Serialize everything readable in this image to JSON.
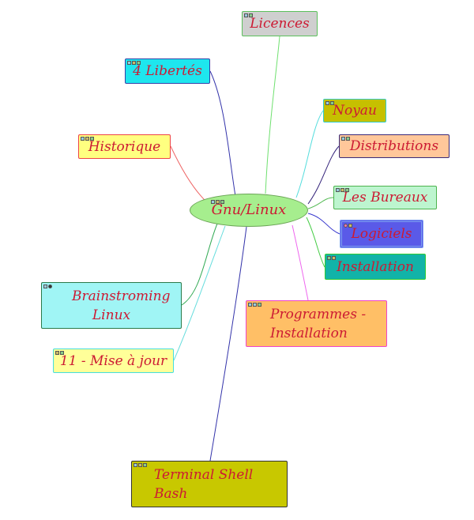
{
  "central": {
    "label": "Gnu/Linux",
    "icons": [
      "note-icon",
      "link-icon",
      "attachment-icon"
    ]
  },
  "nodes": {
    "licences": {
      "label": "Licences",
      "icons": [
        "note-icon",
        "attachment-icon"
      ]
    },
    "libertes": {
      "label": "4 Libertés",
      "icons": [
        "note-icon",
        "link-icon",
        "attachment-icon"
      ]
    },
    "noyau": {
      "label": "Noyau",
      "icons": [
        "note-icon",
        "attachment-icon"
      ]
    },
    "distrib": {
      "label": "Distributions",
      "icons": [
        "note-icon",
        "attachment-icon"
      ]
    },
    "historique": {
      "label": "Historique",
      "icons": [
        "note-icon",
        "link-icon",
        "attachment-icon"
      ]
    },
    "bureaux": {
      "label": "Les Bureaux",
      "icons": [
        "note-icon",
        "link-icon",
        "attachment-icon"
      ]
    },
    "logiciels": {
      "label": "Logiciels",
      "icons": [
        "pin-icon",
        "link-icon"
      ]
    },
    "install": {
      "label": "Installation",
      "icons": [
        "gear-icon",
        "link-icon"
      ]
    },
    "brain": {
      "label": "Brainstroming Linux",
      "icons": [
        "note-icon",
        "dot-icon"
      ]
    },
    "prog": {
      "label": "Programmes - Installation",
      "icons": [
        "note-icon",
        "note-icon",
        "attachment-icon"
      ]
    },
    "mise": {
      "label": "11 - Mise à jour",
      "icons": [
        "link-icon",
        "attachment-icon"
      ]
    },
    "terminal": {
      "label": "Terminal Shell Bash",
      "icons": [
        "note-icon",
        "link-icon",
        "attachment-icon"
      ]
    }
  },
  "link_colors": {
    "licences": "#6fe06f",
    "libertes": "#3333aa",
    "noyau": "#55dddd",
    "distrib": "#33227a",
    "historique": "#ee6666",
    "bureaux": "#55bb55",
    "logiciels": "#3333cc",
    "install": "#44cc44",
    "brain": "#33aa55",
    "prog": "#ee66ee",
    "mise": "#66dddd",
    "terminal": "#3333aa"
  },
  "colors": {
    "text": "#cc1a33",
    "central_fill": "#a6ee8e"
  }
}
